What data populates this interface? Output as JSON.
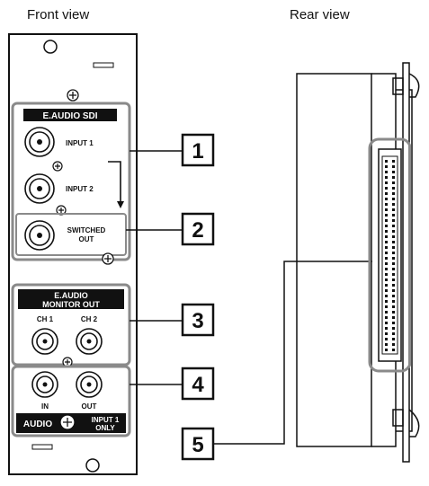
{
  "captions": {
    "front": "Front view",
    "rear": "Rear view"
  },
  "front_panel": {
    "sdi_section": {
      "title": "E.AUDIO SDI",
      "input1": "INPUT 1",
      "input2": "INPUT 2"
    },
    "switched_out": {
      "line1": "SWITCHED",
      "line2": "OUT"
    },
    "monitor_section": {
      "title_line1": "E.AUDIO",
      "title_line2": "MONITOR OUT",
      "ch1": "CH 1",
      "ch2": "CH 2"
    },
    "audio_section": {
      "in": "IN",
      "out": "OUT",
      "title": "AUDIO",
      "note_line1": "INPUT 1",
      "note_line2": "ONLY"
    }
  },
  "callouts": [
    "1",
    "2",
    "3",
    "4",
    "5"
  ],
  "colors": {
    "line": "#111111",
    "section_border": "#8a8a8a",
    "badge_fill": "#111111"
  }
}
